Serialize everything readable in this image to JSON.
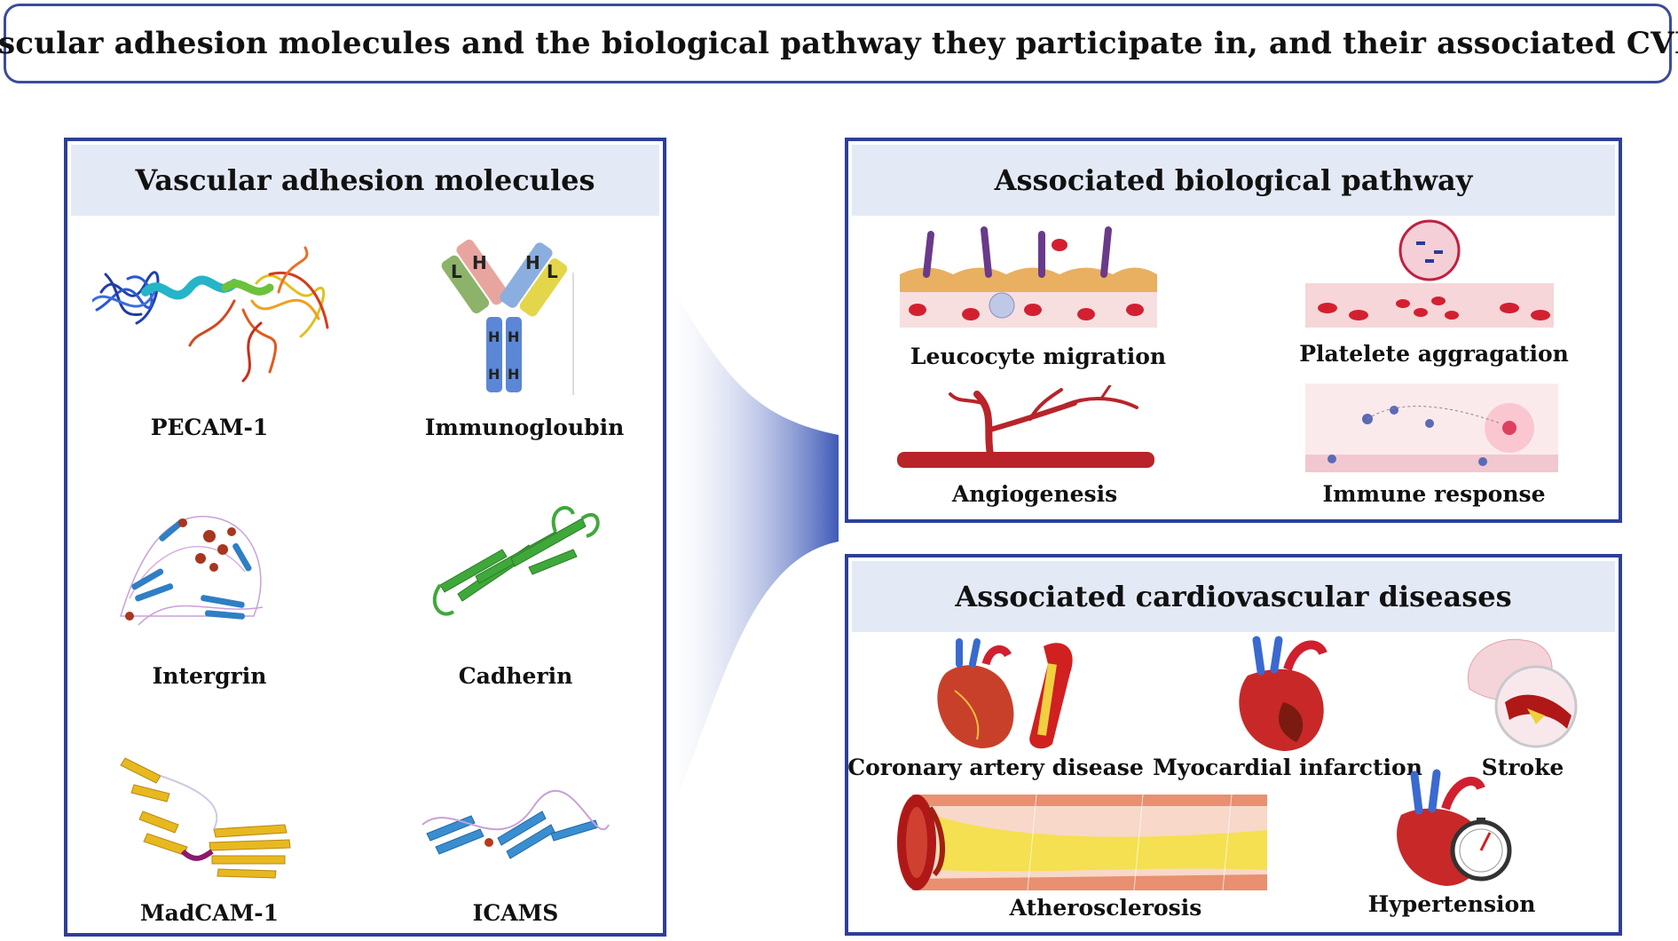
{
  "title": "Vascular adhesion molecules and the biological pathway they participate in, and their associated CVDs",
  "molecules": {
    "header": "Vascular adhesion molecules",
    "items": [
      "PECAM-1",
      "Immunogloubin",
      "Intergrin",
      "Cadherin",
      "MadCAM-1",
      "ICAMS"
    ]
  },
  "pathways": {
    "header": "Associated biological pathway",
    "items": [
      "Leucocyte migration",
      "Platelete aggragation",
      "Angiogenesis",
      "Immune response"
    ]
  },
  "diseases": {
    "header": "Associated cardiovascular diseases",
    "items": [
      "Coronary artery disease",
      "Myocardial infarction",
      "Stroke",
      "Atherosclerosis",
      "Hypertension"
    ]
  },
  "antibody_letters": {
    "heavy": "H",
    "light": "L"
  },
  "colors": {
    "border": "#2e3f97",
    "header_bg": "#e4e9f6",
    "connector": "#3f5ab8"
  }
}
